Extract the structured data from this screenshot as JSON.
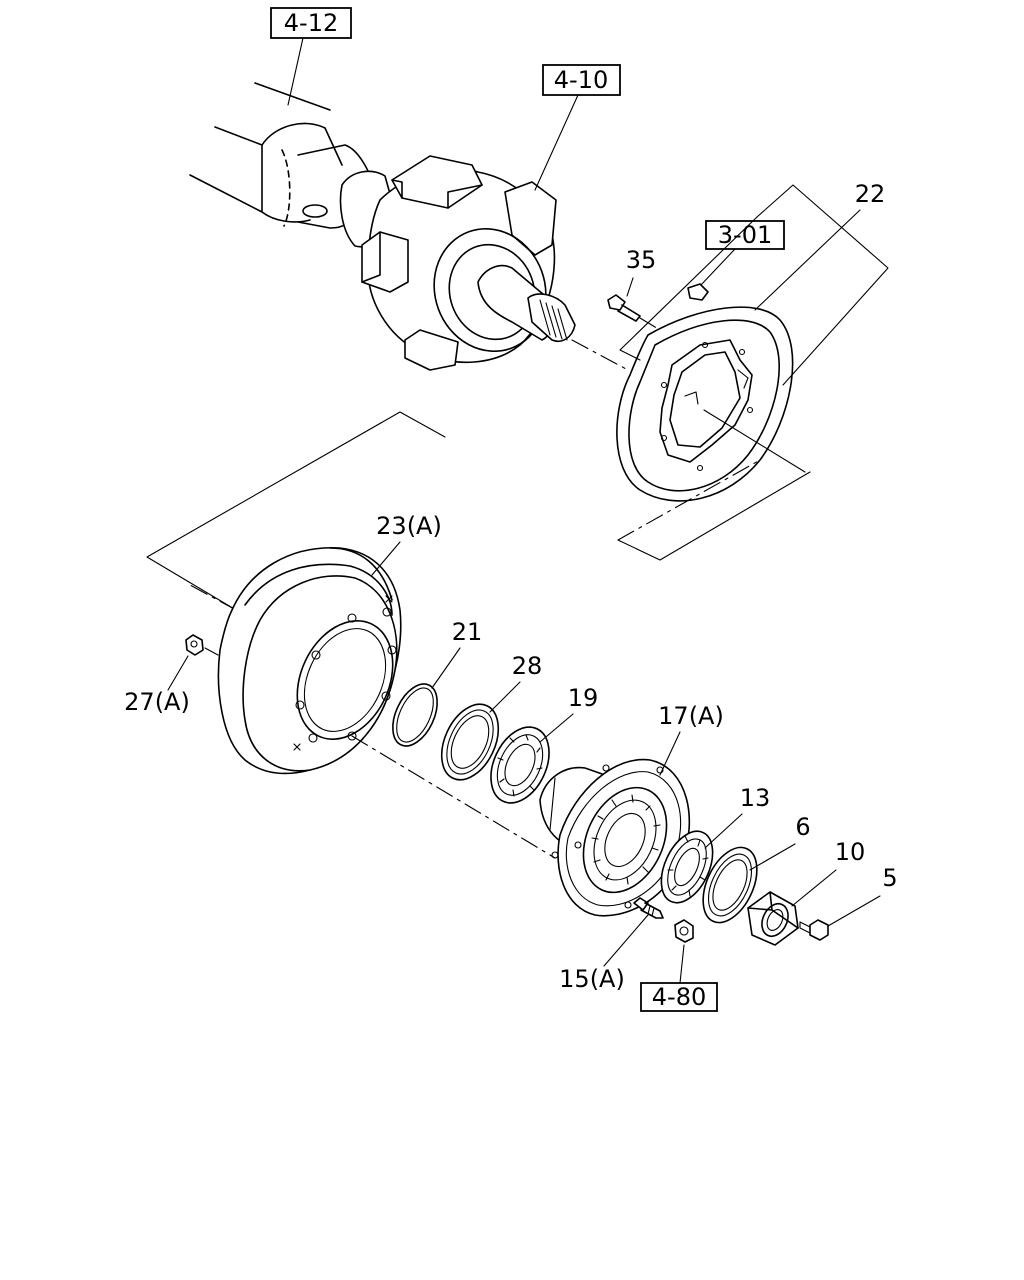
{
  "references": {
    "ref_4_12": "4-12",
    "ref_4_10": "4-10",
    "ref_3_01": "3-01",
    "ref_4_80": "4-80"
  },
  "parts": {
    "p22": "22",
    "p35": "35",
    "p23": "23(A)",
    "p21": "21",
    "p28": "28",
    "p19": "19",
    "p17": "17(A)",
    "p27": "27(A)",
    "p13": "13",
    "p6": "6",
    "p10": "10",
    "p5": "5",
    "p15": "15(A)"
  }
}
